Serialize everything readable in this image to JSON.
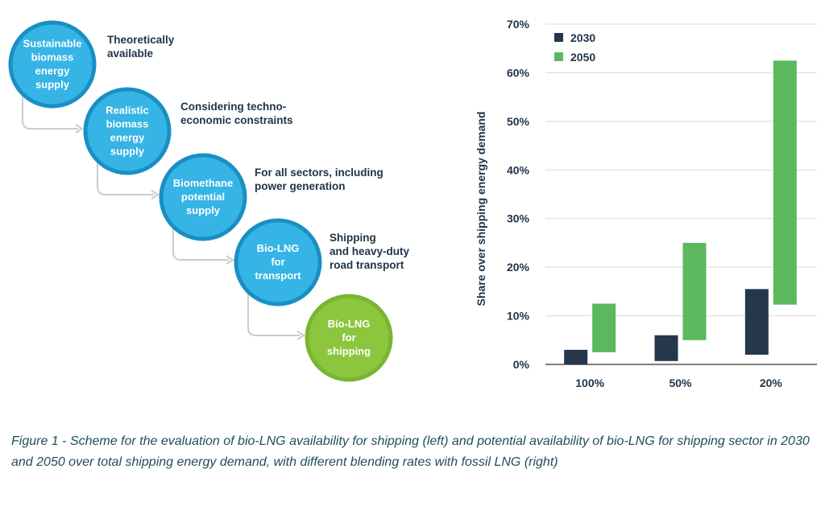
{
  "diagram": {
    "steps": [
      {
        "lines": [
          "Sustainable",
          "biomass",
          "energy",
          "supply"
        ],
        "note": [
          "Theoretically",
          "available"
        ],
        "color": "#36b4e5"
      },
      {
        "lines": [
          "Realistic",
          "biomass",
          "energy",
          "supply"
        ],
        "note": [
          "Considering techno-",
          "economic constraints"
        ],
        "color": "#36b4e5"
      },
      {
        "lines": [
          "Biomethane",
          "potential",
          "supply"
        ],
        "note": [
          "For all sectors, including",
          "power generation"
        ],
        "color": "#36b4e5"
      },
      {
        "lines": [
          "Bio-LNG",
          "for",
          "transport"
        ],
        "note": [
          "Shipping",
          "and heavy-duty",
          "road transport"
        ],
        "color": "#36b4e5"
      },
      {
        "lines": [
          "Bio-LNG",
          "for",
          "shipping"
        ],
        "note": [],
        "color": "#8cc63f"
      }
    ],
    "ring_color": "#1a8fc4",
    "ring_color_green": "#7ab533",
    "connector_color": "#cccccc"
  },
  "chart_data": {
    "type": "bar",
    "chart_style": "floating range bars",
    "categories": [
      "100%",
      "50%",
      "20%"
    ],
    "series": [
      {
        "name": "2030",
        "color": "#24374d",
        "ranges": [
          [
            0,
            3
          ],
          [
            0.7,
            6
          ],
          [
            2,
            15.5
          ]
        ]
      },
      {
        "name": "2050",
        "color": "#5cb85c",
        "ranges": [
          [
            2.5,
            12.5
          ],
          [
            5,
            25
          ],
          [
            12.3,
            62.5
          ]
        ]
      }
    ],
    "ylabel": "Share over shipping energy demand",
    "ylim": [
      0,
      70
    ],
    "yticks": [
      0,
      10,
      20,
      30,
      40,
      50,
      60,
      70
    ],
    "ytick_labels": [
      "0%",
      "10%",
      "20%",
      "30%",
      "40%",
      "50%",
      "60%",
      "70%"
    ],
    "grid": true,
    "legend_position": "top-left"
  },
  "caption": "Figure 1 - Scheme for the evaluation of bio-LNG availability for shipping (left) and potential availability of bio-LNG for shipping sector in 2030 and 2050 over total shipping energy demand, with different blending rates with fossil LNG (right)"
}
